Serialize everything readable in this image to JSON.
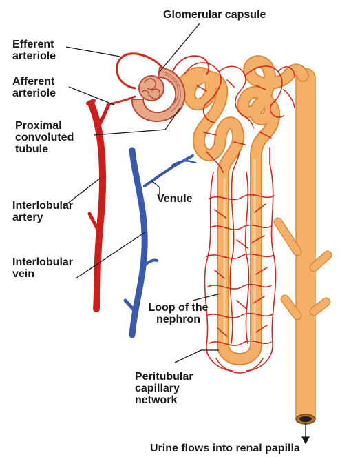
{
  "labels": {
    "glomerular_capsule": "Glomerular capsule",
    "efferent_arteriole": [
      "Efferent",
      "arteriole"
    ],
    "afferent_arteriole": [
      "Afferent",
      "arteriole"
    ],
    "proximal_convoluted_tubule": [
      "Proximal",
      "convoluted",
      "tubule"
    ],
    "venule": "Venule",
    "interlobular_artery": [
      "Interlobular",
      "artery"
    ],
    "interlobular_vein": [
      "Interlobular",
      "vein"
    ],
    "loop_of_the_nephron": [
      "Loop of the",
      "nephron"
    ],
    "peritubular_capillary_network": [
      "Peritubular",
      "capillary",
      "network"
    ],
    "urine_flow": "Urine flows into renal papilla"
  },
  "colors": {
    "artery": "#c9201d",
    "vein": "#3a58ac",
    "tubule": "#f4b069",
    "tubule_outline": "#d98a3c",
    "capillary": "#cc2b1f",
    "glomerulus": "#e8a888",
    "leader_line": "#1a1a1a"
  }
}
